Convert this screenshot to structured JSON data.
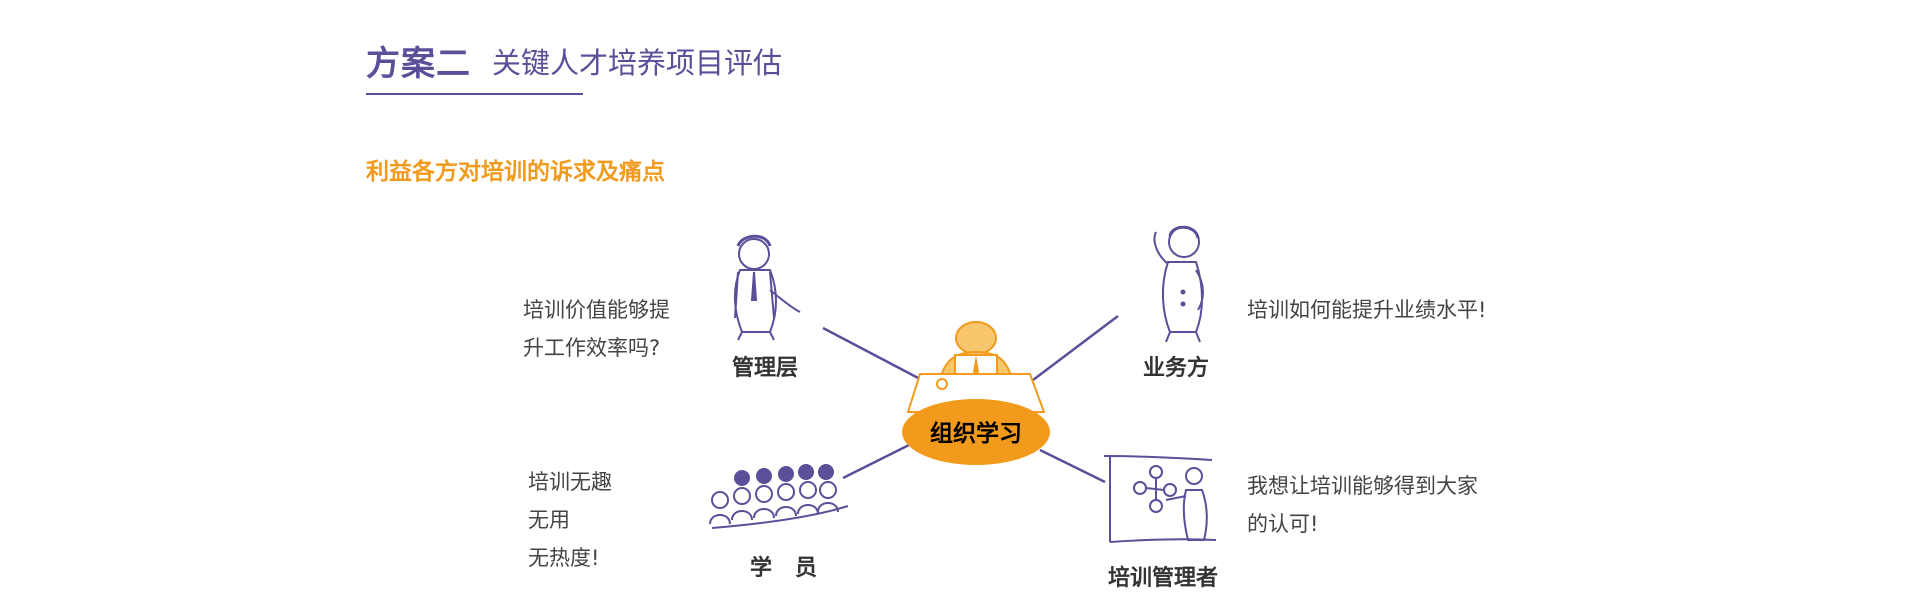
{
  "header": {
    "title_main": "方案二",
    "title_sub": "关键人才培养项目评估",
    "subtitle": "利益各方对培训的诉求及痛点"
  },
  "diagram": {
    "center": "组织学习",
    "nodes": {
      "management": {
        "role": "管理层",
        "quote": "培训价值能够提\n升工作效率吗?"
      },
      "business": {
        "role": "业务方",
        "quote": "培训如何能提升业绩水平!"
      },
      "students": {
        "role": "学   员",
        "quote": "培训无趣\n无用\n无热度!"
      },
      "training_manager": {
        "role": "培训管理者",
        "quote": "我想让培训能够得到大家\n的认可!"
      }
    }
  },
  "colors": {
    "brand_purple": "#5b4f99",
    "accent_orange": "#f19a1c",
    "line": "#5b4f99"
  }
}
